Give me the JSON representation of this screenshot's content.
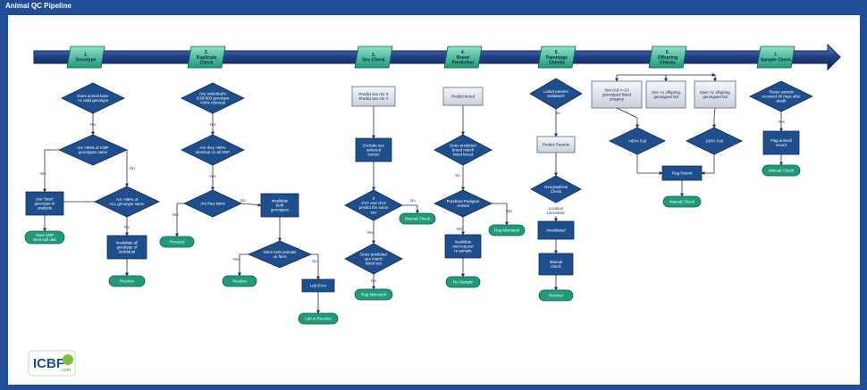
{
  "window": {
    "title": "Animal QC Pipeline"
  },
  "logo": {
    "text": "ICBF",
    "subtext": ".com"
  },
  "stages": [
    {
      "num": "1.",
      "name": [
        "Genotype"
      ]
    },
    {
      "num": "2.",
      "name": [
        "Duplicate",
        "Check"
      ]
    },
    {
      "num": "3.",
      "name": [
        "Sex Check"
      ]
    },
    {
      "num": "4.",
      "name": [
        "Breed",
        "Prediction"
      ]
    },
    {
      "num": "5.",
      "name": [
        "Parentage",
        "Checks"
      ]
    },
    {
      "num": "6.",
      "name": [
        "Offspring",
        "Checks"
      ]
    },
    {
      "num": "7.",
      "name": [
        "Sample Check"
      ]
    }
  ],
  "nodes": {
    "g_d1": [
      "Does animal have",
      ">1 valid genotype"
    ],
    "g_d2": [
      "Are >99% of ICBF",
      "genotypes same"
    ],
    "g_use_best": [
      "Use \"best\"",
      "genotype in",
      "analysis"
    ],
    "g_d3": [
      "Are >99% of",
      "ALL genotype same"
    ],
    "g_most_snp": [
      "Most SNP",
      "Best call rate"
    ],
    "g_invalidate": [
      "Invalidate all",
      "genotype of",
      "individual"
    ],
    "g_resolve": [
      "Resolve"
    ],
    "d_d1": [
      "Any individual's",
      "ICBF800 genotype",
      ">99% identical"
    ],
    "d_d2": [
      "Are they >99%",
      "identical on all SNP"
    ],
    "d_d3": [
      "Are they twins"
    ],
    "d_proceed": [
      "Proceed"
    ],
    "d_invalidate": [
      "Invalidate",
      "both",
      "genotypes"
    ],
    "d_d4": [
      "Were both animals",
      "on farm"
    ],
    "d_resolve": [
      "Resolve"
    ],
    "d_lab_error": [
      "Lab Error"
    ],
    "d_lab_resolve": [
      "Lab to Resolve"
    ],
    "s_predict": [
      "Predict sex chr X",
      "Predict sex chr Y"
    ],
    "s_exclude": [
      "Exclude sex",
      "selected",
      "semen"
    ],
    "s_d1": [
      "If",
      "chrY and chrX",
      "predict the same",
      "sex"
    ],
    "s_manual": [
      "Manual Check"
    ],
    "s_d2": [
      "Does predicted",
      "sex match",
      "listed sex"
    ],
    "s_flag": [
      "Flag Mismatch"
    ],
    "b_predict": [
      "Predict breed"
    ],
    "b_d1": [
      "Does predicted",
      "breed match",
      "listed breed"
    ],
    "b_d2": [
      "Purebred Pedigree",
      "Animal"
    ],
    "b_invalidate": [
      "Invalidate",
      "and request",
      "re-sample"
    ],
    "b_flag": [
      "Flag Mismatch"
    ],
    "b_resample": [
      "Re-Sample"
    ],
    "p_d1": [
      "Listed parents",
      "validated?"
    ],
    "p_predict": [
      "Predict Parents"
    ],
    "p_d2": [
      "Geographical",
      "Check"
    ],
    "p_location": [
      "Location",
      "Unrealistic"
    ],
    "p_invalidated": [
      "Invalidated"
    ],
    "p_manual": [
      "Manual",
      "check"
    ],
    "p_resolve": [
      "Resolve"
    ],
    "o_sire10": [
      "Sire (AI) >=10",
      "genotyped listed",
      "progeny"
    ],
    "o_sire1": [
      "Sire >1 offspring",
      "genotyped fail"
    ],
    "o_dam2": [
      "Dam >2 offspring",
      "genotyped fail"
    ],
    "o_d80": [
      ">80% Fail"
    ],
    "o_d100": [
      "100% Fail"
    ],
    "o_flag": [
      "Flag Parent"
    ],
    "o_manual": [
      "Manual Check"
    ],
    "t_d1": [
      "Tissue sample",
      "received 45 days after",
      "death"
    ],
    "t_flag": [
      "Flag animal/",
      "record"
    ],
    "t_manual": [
      "Manual Check"
    ]
  },
  "edge_labels": {
    "yes": "Yes",
    "no": "No",
    "no_arrow": "No"
  }
}
